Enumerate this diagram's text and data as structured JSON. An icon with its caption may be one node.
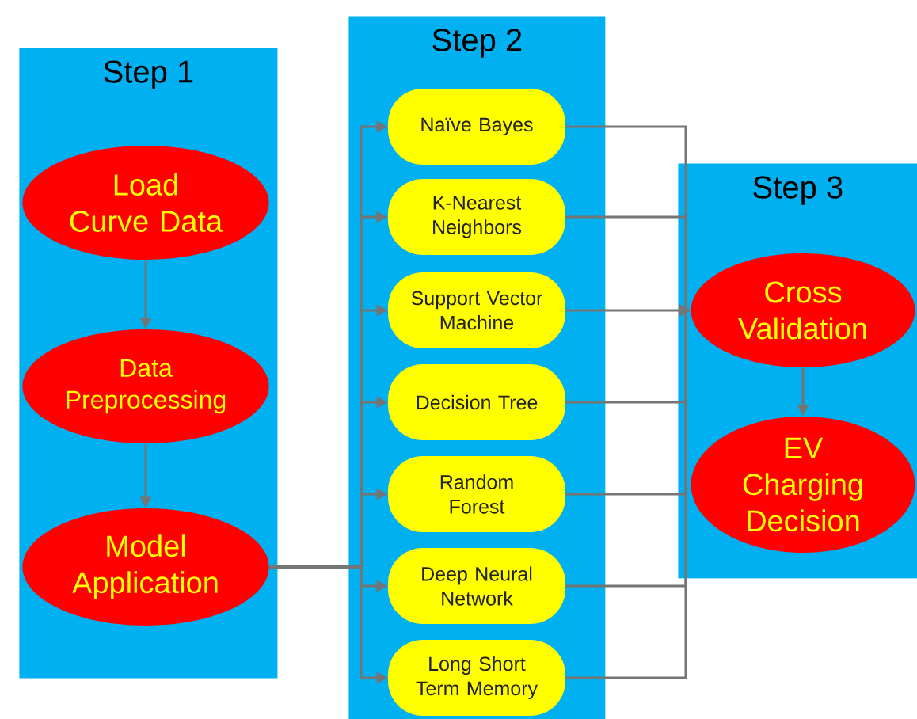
{
  "diagram": {
    "nodes": [
      {
        "text": [
          "Step 1"
        ]
      },
      {
        "text": [
          "Load Curve Data"
        ],
        "in": 0
      },
      {
        "text": [
          "Data Preprocessing"
        ],
        "in": 0
      },
      {
        "text": [
          "Model Application"
        ],
        "in": 0
      },
      {
        "text": [
          "Step 2"
        ]
      },
      {
        "text": [
          "Naïve Bayes"
        ],
        "in": 4
      },
      {
        "text": [
          "K-Nearest Neighbors"
        ],
        "in": 4
      },
      {
        "text": [
          "Support Vector Machine"
        ],
        "in": 4
      },
      {
        "text": [
          "Decision Tree"
        ],
        "in": 4
      },
      {
        "text": [
          "Random Forest"
        ],
        "in": 4
      },
      {
        "text": [
          "Deep Neural Network"
        ],
        "in": 4
      },
      {
        "text": [
          "Long Short Term Memory"
        ],
        "in": 4
      },
      {
        "text": [
          "Step 3"
        ]
      },
      {
        "text": [
          "Cross Validation"
        ],
        "in": 12
      },
      {
        "text": [
          "EV Charging Decision"
        ],
        "in": 12
      }
    ],
    "edges": [
      {
        "from": 1,
        "to": 2,
        "arrow": "to"
      },
      {
        "from": 2,
        "to": 3,
        "arrow": "to"
      },
      {
        "from": 3,
        "to": 5,
        "arrow": "to"
      },
      {
        "from": 3,
        "to": 6,
        "arrow": "to"
      },
      {
        "from": 3,
        "to": 7,
        "arrow": "to"
      },
      {
        "from": 3,
        "to": 8,
        "arrow": "to"
      },
      {
        "from": 3,
        "to": 9,
        "arrow": "to"
      },
      {
        "from": 3,
        "to": 10,
        "arrow": "to"
      },
      {
        "from": 3,
        "to": 11,
        "arrow": "to"
      },
      {
        "from": 5,
        "to": 13,
        "arrow": "to"
      },
      {
        "from": 6,
        "to": 13,
        "arrow": "to"
      },
      {
        "from": 7,
        "to": 13,
        "arrow": "to"
      },
      {
        "from": 8,
        "to": 13,
        "arrow": "to"
      },
      {
        "from": 9,
        "to": 13,
        "arrow": "to"
      },
      {
        "from": 10,
        "to": 13,
        "arrow": "to"
      },
      {
        "from": 11,
        "to": 13,
        "arrow": "to"
      },
      {
        "from": 13,
        "to": 14,
        "arrow": "to"
      }
    ]
  }
}
